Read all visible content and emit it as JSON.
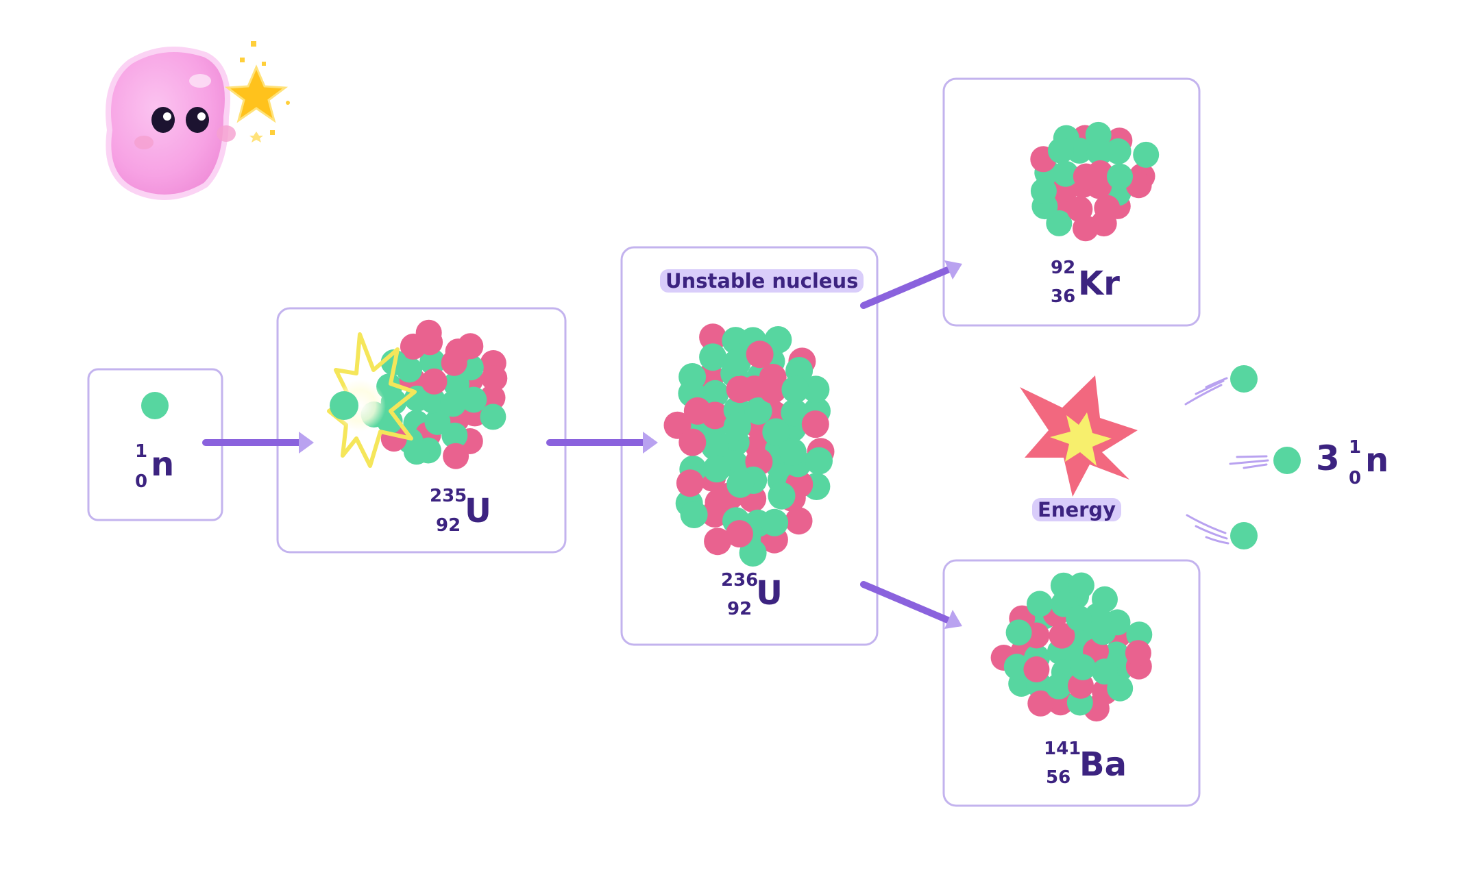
{
  "colors": {
    "neutron": "#57d6a0",
    "proton": "#e9628f",
    "box_border": "#c3b3ee",
    "arrow": "#8a62dd",
    "label_text": "#3c2380",
    "label_highlight": "#d9cdfa",
    "burst_outer": "#f2687f",
    "burst_inner": "#f7ef6d",
    "impact_flash": "#f5e65a",
    "mascot": "#f7a2e4"
  },
  "icons": {
    "mascot": "pink-blob-mascot-icon",
    "star": "star-icon",
    "energy": "explosion-burst-icon"
  },
  "neutron_in": {
    "mass": "1",
    "atomic": "0",
    "symbol": "n"
  },
  "uranium_235": {
    "mass": "235",
    "atomic": "92",
    "symbol": "U"
  },
  "unstable": {
    "caption": "Unstable nucleus",
    "mass": "236",
    "atomic": "92",
    "symbol": "U"
  },
  "krypton": {
    "mass": "92",
    "atomic": "36",
    "symbol": "Kr"
  },
  "barium": {
    "mass": "141",
    "atomic": "56",
    "symbol": "Ba"
  },
  "energy": {
    "label": "Energy"
  },
  "neutrons_out": {
    "count": "3",
    "mass": "1",
    "atomic": "0",
    "symbol": "n"
  }
}
